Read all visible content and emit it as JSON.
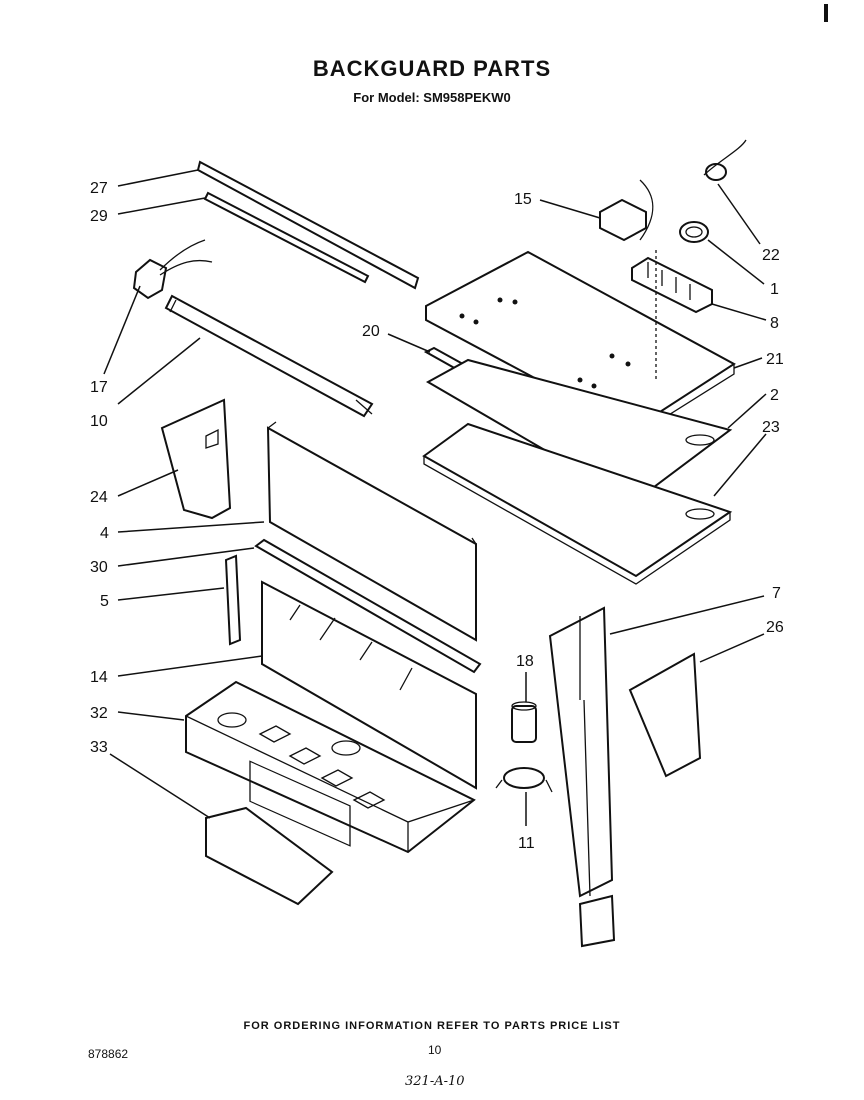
{
  "header": {
    "title": "BACKGUARD PARTS",
    "subtitle": "For Model: SM958PEKW0"
  },
  "callouts": [
    "27",
    "29",
    "17",
    "10",
    "15",
    "22",
    "1",
    "8",
    "20",
    "21",
    "2",
    "23",
    "24",
    "4",
    "30",
    "5",
    "14",
    "32",
    "33",
    "18",
    "11",
    "7",
    "26"
  ],
  "footer": {
    "note": "FOR ORDERING INFORMATION REFER TO PARTS PRICE LIST",
    "doc_number": "878862",
    "page_number": "10",
    "handwritten": "321-A-10"
  }
}
